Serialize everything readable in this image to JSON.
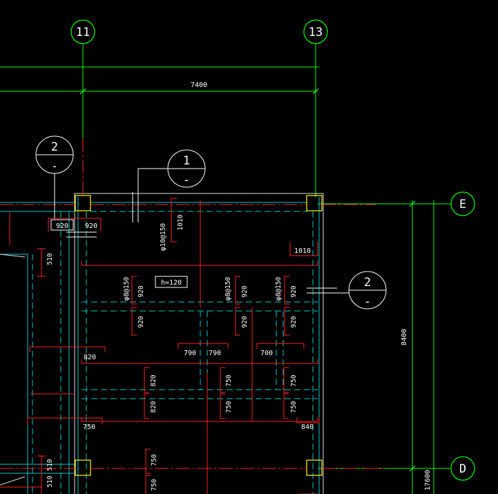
{
  "colors": {
    "background": "#000000",
    "grid": "#00ff00",
    "beam": "#00c8c8",
    "rebar": "#ff2020",
    "column": "#ffff00",
    "text": "#ffffff"
  },
  "axes": {
    "top": [
      {
        "label": "11"
      },
      {
        "label": "13"
      }
    ],
    "right": [
      {
        "label": "E"
      },
      {
        "label": "D"
      }
    ]
  },
  "dimensions": {
    "top_span": "7400",
    "right_span": "8400",
    "right_total": "17600"
  },
  "section_marks": [
    {
      "id": "sec-a",
      "num": "2",
      "sub": "-"
    },
    {
      "id": "sec-b",
      "num": "1",
      "sub": "-"
    },
    {
      "id": "sec-c",
      "num": "2",
      "sub": "-"
    }
  ],
  "slab": {
    "thickness": "h=120"
  },
  "rebar_notes": {
    "top_left_920a": "920",
    "top_left_920b": "920",
    "phi10": "φ10@150",
    "r1010a": "1010",
    "r1010b": "1010",
    "left510a": "510",
    "phi8a": "φ8@150",
    "phi8b": "φ8@150",
    "phi8c": "φ8@150",
    "v920a": "920",
    "v920b": "920",
    "v920c": "920",
    "v920d": "920",
    "v920e": "920",
    "v920f": "920",
    "h820": "820",
    "h790a": "790",
    "h790b": "790",
    "h700": "700",
    "v820a": "820",
    "v820b": "820",
    "v750a": "750",
    "v750b": "750",
    "v750c": "750",
    "v750d": "750",
    "h750": "750",
    "h840": "840",
    "v750e": "750",
    "v750f": "750",
    "left510b": "510",
    "left510c": "510"
  }
}
